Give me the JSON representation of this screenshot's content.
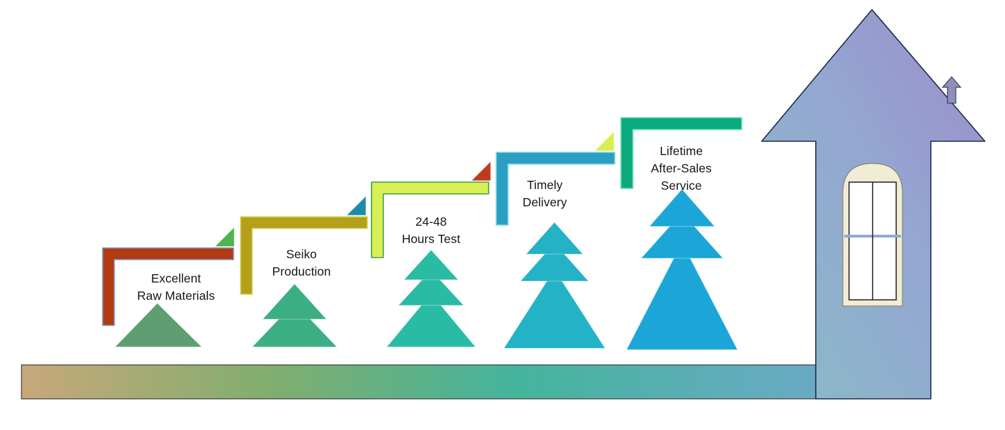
{
  "diagram": {
    "steps": [
      {
        "label": "Excellent\nRaw Materials",
        "fill": "#b43a12",
        "stroke": "#7f9fd0"
      },
      {
        "label": "Seiko\nProduction",
        "fill": "#b5a01a",
        "stroke": "#d2dc6a"
      },
      {
        "label": "24-48\nHours Test",
        "fill": "#d8ef55",
        "stroke": "#3f9e4f"
      },
      {
        "label": "Timely\nDelivery",
        "fill": "#2b9fc2",
        "stroke": "#7fd4e4"
      },
      {
        "label": "Lifetime\nAfter-Sales\nService",
        "fill": "#0caa7e",
        "stroke": "#5cd8b4"
      }
    ],
    "corner_triangles": {
      "t1": "#4db44e",
      "t2": "#1b8ca8",
      "t3": "#c03a1c",
      "t4": "#d9ee4f"
    },
    "trees": {
      "tree1": "#5d9f70",
      "tree2": "#3bae84",
      "tree3": "#2abba4",
      "tree4": "#23b2c6",
      "tree5": "#1ca6d8"
    },
    "colors": {
      "arrow_teal": "#8abcc6",
      "arrow_blue": "#94a6d2",
      "arrow_purple": "#9c8cc8",
      "arrow_outline": "#1c2b4a",
      "bar_left": "#c8a87a",
      "bar_green": "#7fae6e",
      "bar_teal": "#44b49c",
      "bar_blue": "#6aaac4",
      "bar_outline": "#3a3a3a",
      "window_frame": "#f1ecd6",
      "window_frame_edge": "#8a8468",
      "window_pane": "#ffffff",
      "window_pane_edge": "#2a2a2a",
      "mullion_blue": "#8fa8d8",
      "chimney": "#8e90ba",
      "chimney_edge": "#3c3c5e",
      "tree_edge": "#ffffff"
    }
  }
}
